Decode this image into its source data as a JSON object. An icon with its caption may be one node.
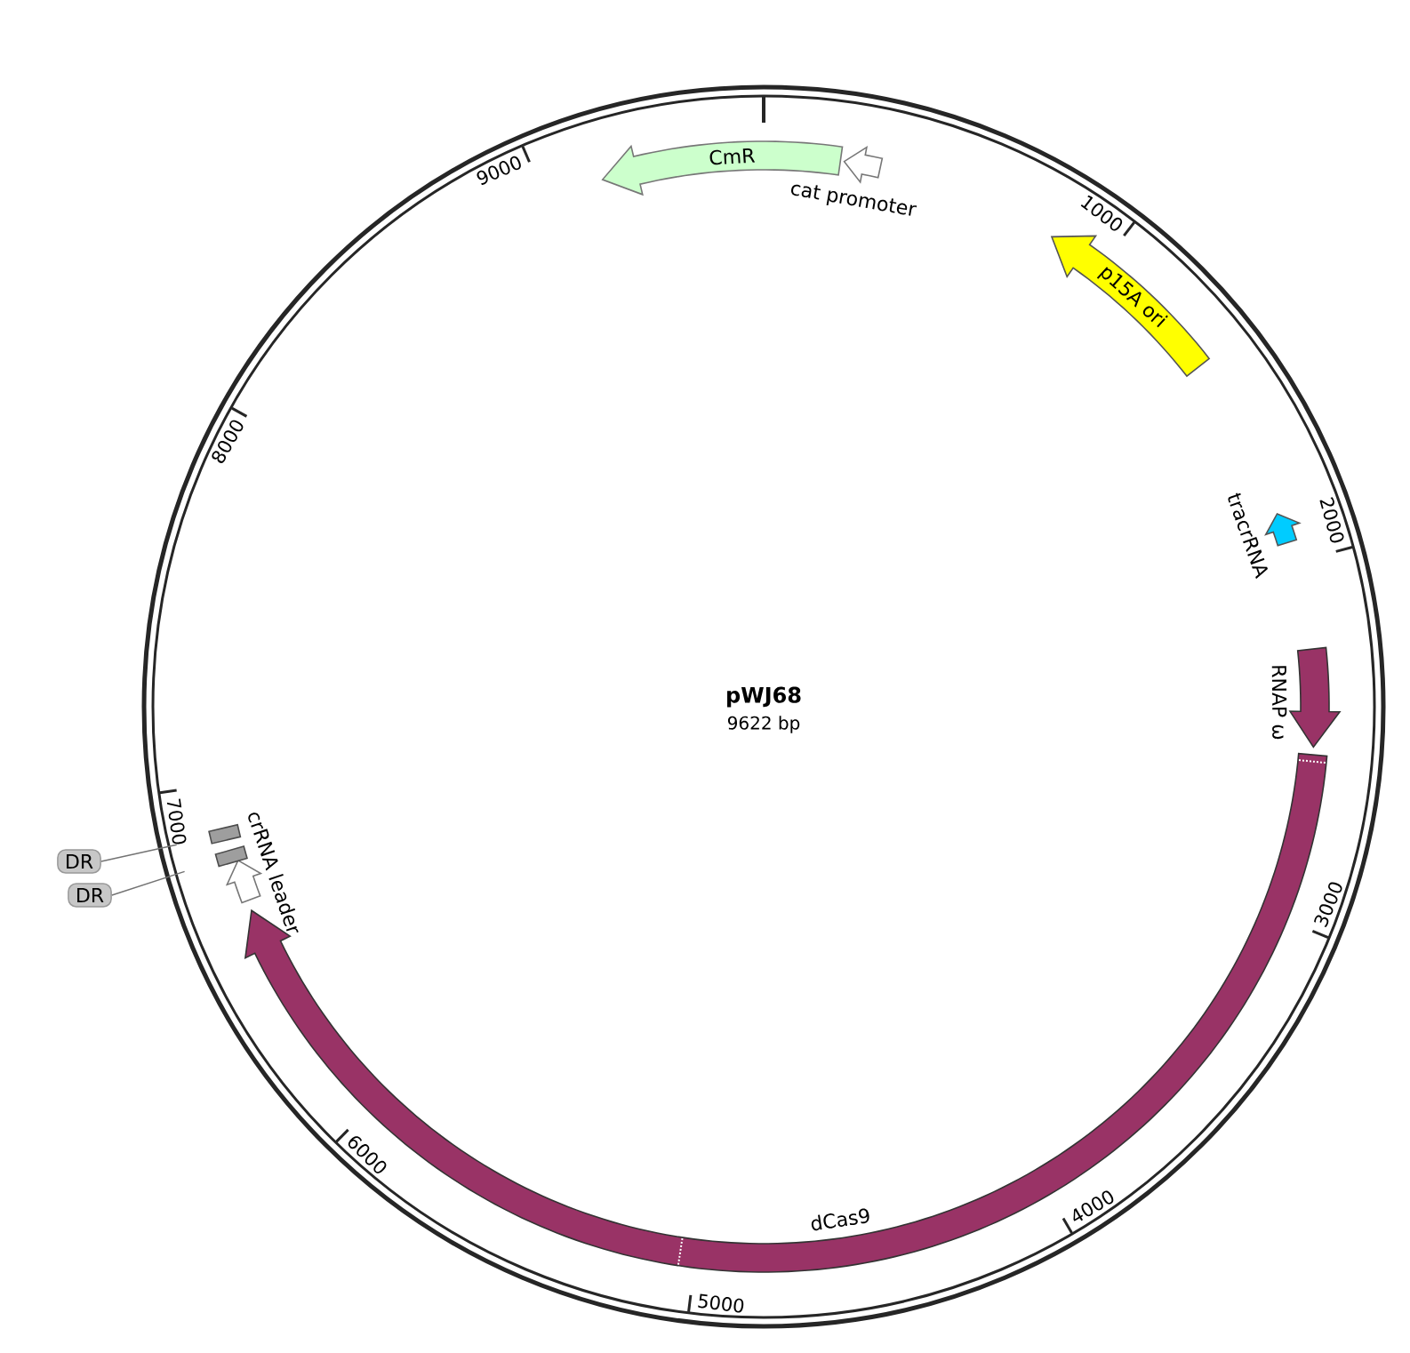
{
  "diagram": {
    "title": "pWJ68",
    "nodes": [
      {
        "text": [
          "CmR"
        ]
      },
      {
        "text": [
          "cat promoter"
        ]
      },
      {
        "text": [
          "p15A ori"
        ]
      },
      {
        "text": [
          "tracrRNA"
        ]
      },
      {
        "text": [
          "RNAP ω"
        ]
      },
      {
        "text": [
          "dCas9"
        ]
      },
      {
        "text": [
          "crRNA leader"
        ]
      },
      {
        "text": [],
        "shape": "box"
      },
      {
        "text": [],
        "shape": "box"
      },
      {
        "text": [
          "DR"
        ]
      },
      {
        "text": [
          "DR"
        ]
      }
    ],
    "edges": [
      {
        "from": 9,
        "to": 7,
        "arrow": "none"
      },
      {
        "from": 10,
        "to": 8,
        "arrow": "none"
      }
    ],
    "labels": [
      "9622 bp",
      "1000",
      "2000",
      "3000",
      "4000",
      "5000",
      "6000",
      "7000",
      "8000",
      "9000"
    ]
  }
}
